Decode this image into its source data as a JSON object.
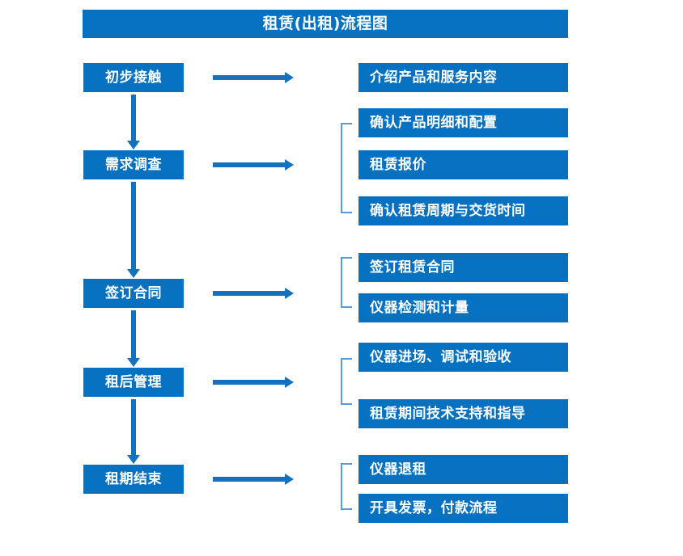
{
  "title": "租赁(出租)流程图",
  "colors": {
    "box_fill": "#0571C0",
    "box_text": "#FFFFFF",
    "arrow": "#1371BE",
    "bracket": "#5B9BD5",
    "background": "#FFFFFF"
  },
  "stages": [
    {
      "label": "初步接触"
    },
    {
      "label": "需求调查"
    },
    {
      "label": "签订合同"
    },
    {
      "label": "租后管理"
    },
    {
      "label": "租期结束"
    }
  ],
  "details": [
    {
      "label": "介绍产品和服务内容"
    },
    {
      "label": "确认产品明细和配置"
    },
    {
      "label": "租赁报价"
    },
    {
      "label": "确认租赁周期与交货时间"
    },
    {
      "label": "签订租赁合同"
    },
    {
      "label": "仪器检测和计量"
    },
    {
      "label": "仪器进场、调试和验收"
    },
    {
      "label": "租赁期间技术支持和指导"
    },
    {
      "label": "仪器退租"
    },
    {
      "label": "开具发票，付款流程"
    }
  ]
}
